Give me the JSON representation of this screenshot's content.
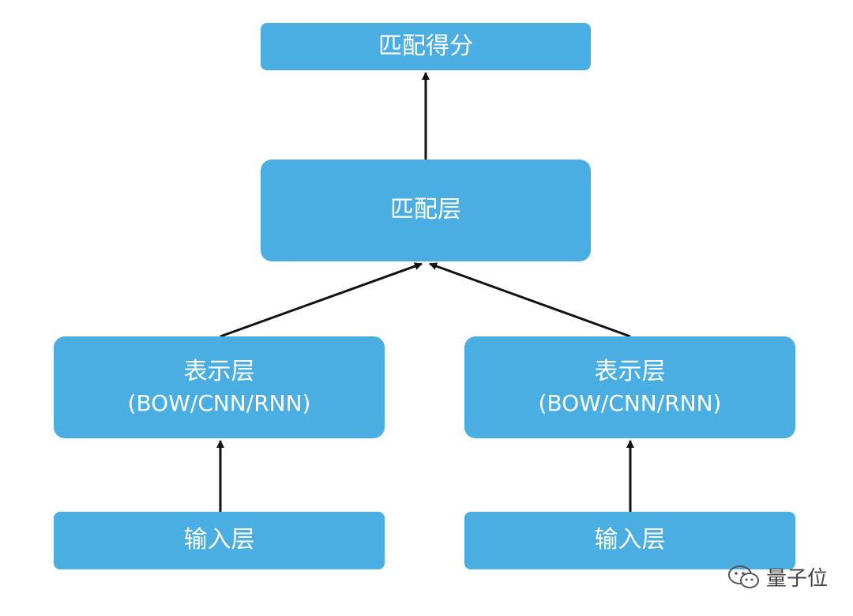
{
  "nodes": {
    "score": {
      "label": "匹配得分"
    },
    "match": {
      "label": "匹配层"
    },
    "rep_left": {
      "label": "表示层",
      "sublabel": "(BOW/CNN/RNN)"
    },
    "rep_right": {
      "label": "表示层",
      "sublabel": "(BOW/CNN/RNN)"
    },
    "input_left": {
      "label": "输入层"
    },
    "input_right": {
      "label": "输入层"
    }
  },
  "edges": [
    {
      "from": "input_left",
      "to": "rep_left"
    },
    {
      "from": "input_right",
      "to": "rep_right"
    },
    {
      "from": "rep_left",
      "to": "match"
    },
    {
      "from": "rep_right",
      "to": "match"
    },
    {
      "from": "match",
      "to": "score"
    }
  ],
  "watermark": {
    "text": "量子位",
    "icon": "wechat-icon"
  },
  "colors": {
    "node_fill": "#4aaee2",
    "node_text": "#ffffff",
    "arrow": "#111111"
  }
}
